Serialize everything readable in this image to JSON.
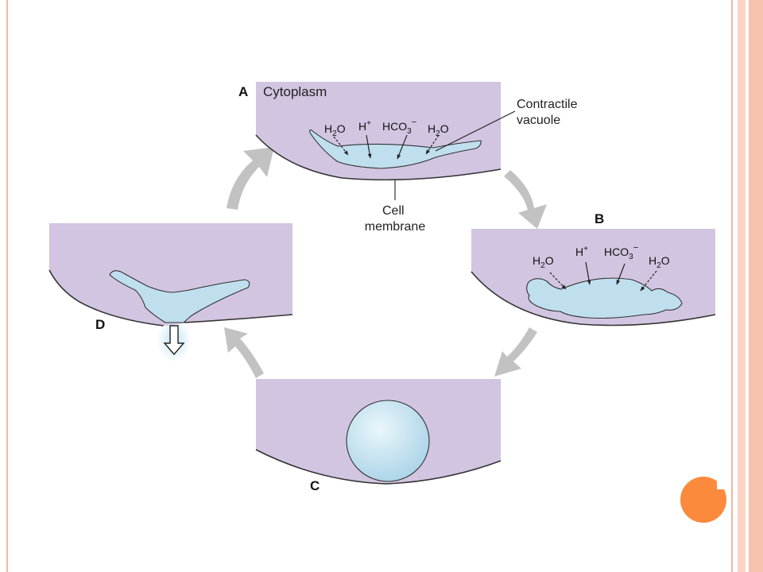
{
  "panels": {
    "a": {
      "letter": "A",
      "region_label": "Cytoplasm"
    },
    "b": {
      "letter": "B"
    },
    "c": {
      "letter": "C"
    },
    "d": {
      "letter": "D"
    }
  },
  "labels": {
    "contractile_vacuole": [
      "Contractile",
      "vacuole"
    ],
    "cell_membrane": [
      "Cell",
      "membrane"
    ]
  },
  "ions": {
    "water": {
      "base": "H",
      "sub": "2",
      "tail": "O"
    },
    "hydrogen": {
      "base": "H",
      "sup": "+"
    },
    "bicarbonate": {
      "base": "HCO",
      "sub": "3",
      "sup": "−"
    }
  },
  "colors": {
    "cytoplasm": "#d2c5e1",
    "vacuole": "#bfdfee",
    "outline": "#333333",
    "cycle_arrow": "#c2c2c2",
    "frame_accent": "#f3b9a6",
    "dot_accent": "#fb8a3c"
  }
}
